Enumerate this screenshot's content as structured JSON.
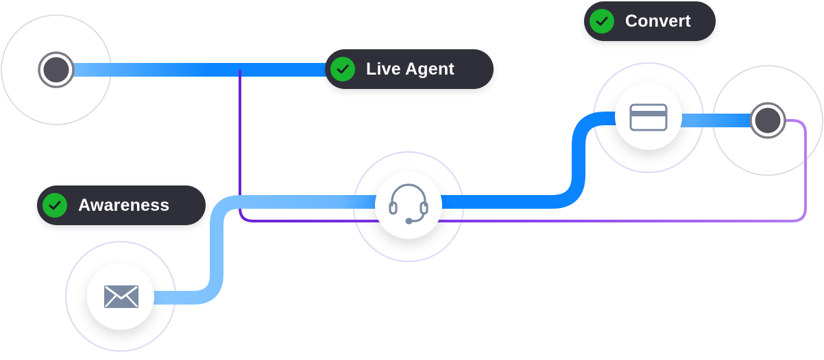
{
  "badges": {
    "awareness": {
      "label": "Awareness",
      "icon": "check-circle-icon"
    },
    "live_agent": {
      "label": "Live Agent",
      "icon": "check-circle-icon"
    },
    "convert": {
      "label": "Convert",
      "icon": "check-circle-icon"
    }
  },
  "nodes": {
    "start": {
      "icon": "dot-icon"
    },
    "email": {
      "icon": "envelope-icon"
    },
    "agent": {
      "icon": "headset-icon"
    },
    "payment": {
      "icon": "credit-card-icon"
    },
    "end": {
      "icon": "dot-icon"
    }
  },
  "colors": {
    "blue": "#0a84ff",
    "light_blue": "#7cc2ff",
    "purple": "#6a22d6",
    "light_purple": "#a868ee",
    "check_green": "#19b52e",
    "pill_bg": "#2f2f3a",
    "dot": "#51505b",
    "icon_gray": "#7b8aa3"
  }
}
